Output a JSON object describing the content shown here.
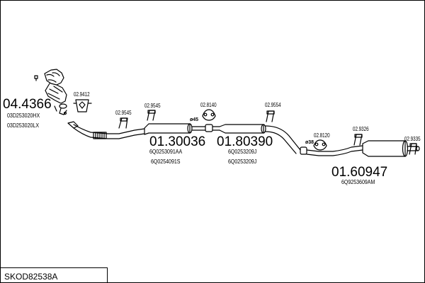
{
  "diagram_code": "SKOD82538A",
  "assemblies": [
    {
      "number": "04.4366",
      "oe": [
        "03D253020HX",
        "03D253020LX"
      ]
    },
    {
      "number": "01.30036",
      "oe": [
        "6Q0253091AA",
        "6Q0254091S"
      ]
    },
    {
      "number": "01.80390",
      "oe": [
        "6Q0253209J",
        "6Q0253209J"
      ]
    },
    {
      "number": "01.60947",
      "oe": [
        "6Q9253609AM"
      ]
    }
  ],
  "parts": [
    "02.9412",
    "02.9545",
    "02.9545",
    "02.8140",
    "02.9554",
    "02.8120",
    "02.9326",
    "02.9335"
  ],
  "diameters": [
    "ø45",
    "ø38"
  ]
}
